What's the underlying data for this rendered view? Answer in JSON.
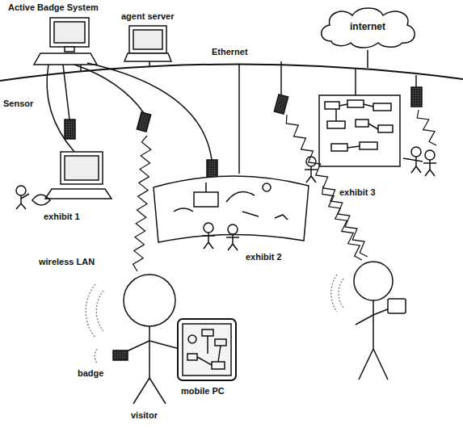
{
  "diagram": {
    "nodes": [
      {
        "text": [
          "internet"
        ]
      }
    ],
    "labels": [
      "Active Badge System",
      "agent server",
      "Ethernet",
      "Sensor",
      "exhibit 1",
      "wireless LAN",
      "exhibit 2",
      "exhibit 3",
      "badge",
      "mobile PC",
      "visitor"
    ]
  }
}
